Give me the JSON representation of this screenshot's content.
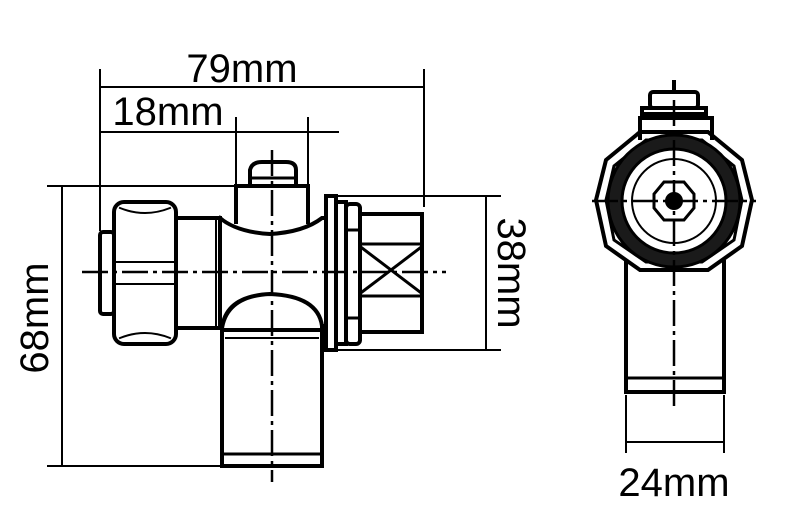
{
  "dimensions": {
    "overall_length": "79mm",
    "inlet_offset": "18mm",
    "nut_height": "38mm",
    "overall_height": "68mm",
    "outlet_width": "24mm"
  }
}
